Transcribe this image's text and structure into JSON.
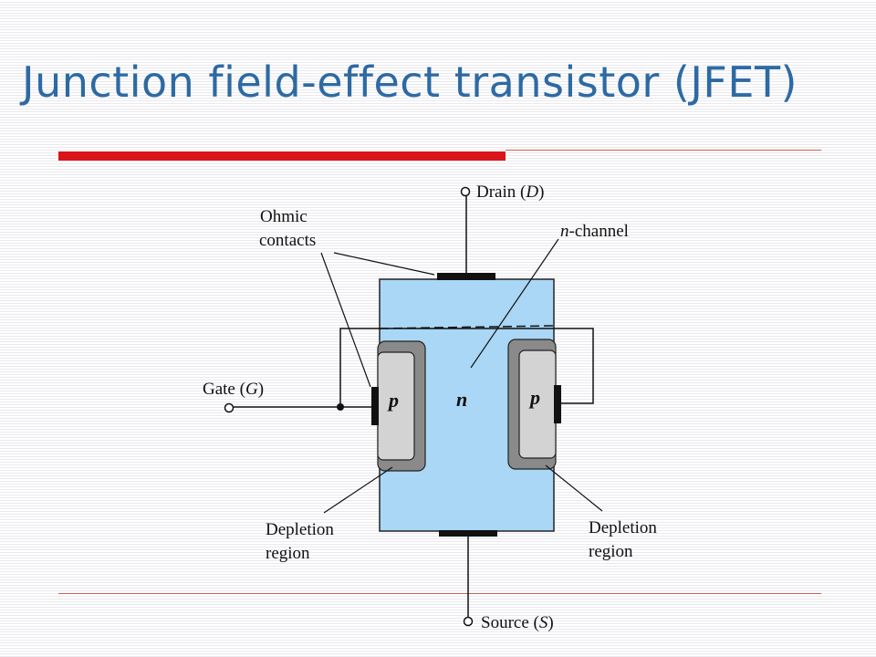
{
  "slide": {
    "title": "Junction field-effect transistor (JFET)"
  },
  "diagram": {
    "labels": {
      "drain_prefix": "Drain (",
      "drain_symbol": "D",
      "drain_suffix": ")",
      "n_channel_prefix": "n",
      "n_channel_suffix": "-channel",
      "ohmic_line1": "Ohmic",
      "ohmic_line2": "contacts",
      "gate_prefix": "Gate (",
      "gate_symbol": "G",
      "gate_suffix": ")",
      "p_left": "p",
      "n_center": "n",
      "p_right": "p",
      "depletion_left_line1": "Depletion",
      "depletion_left_line2": "region",
      "depletion_right_line1": "Depletion",
      "depletion_right_line2": "region",
      "source_prefix": "Source (",
      "source_symbol": "S",
      "source_suffix": ")"
    },
    "colors": {
      "channel": "#a9d7f5",
      "p_region": "#d3d3d3",
      "depletion": "#8a8a8a",
      "title": "#2d6aa3",
      "accent_rule": "#d9141b"
    }
  }
}
